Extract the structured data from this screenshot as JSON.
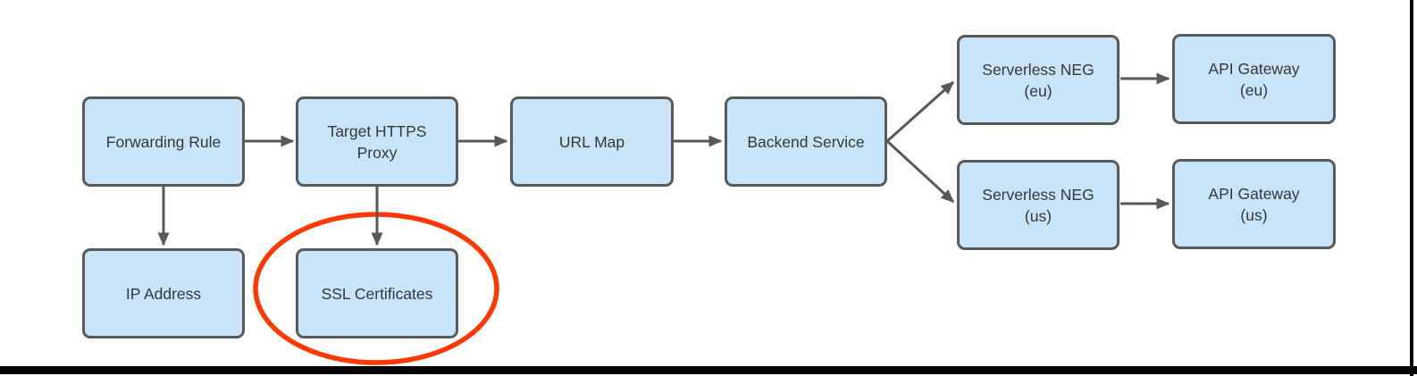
{
  "diagram": {
    "nodes": [
      {
        "id": "forwarding-rule",
        "label": "Forwarding Rule"
      },
      {
        "id": "target-https-proxy",
        "label": "Target HTTPS\nProxy"
      },
      {
        "id": "url-map",
        "label": "URL Map"
      },
      {
        "id": "backend-service",
        "label": "Backend Service"
      },
      {
        "id": "ip-address",
        "label": "IP Address"
      },
      {
        "id": "ssl-certificates",
        "label": "SSL Certificates"
      },
      {
        "id": "serverless-neg-eu",
        "label": "Serverless NEG\n(eu)"
      },
      {
        "id": "api-gateway-eu",
        "label": "API Gateway\n(eu)"
      },
      {
        "id": "serverless-neg-us",
        "label": "Serverless NEG\n(us)"
      },
      {
        "id": "api-gateway-us",
        "label": "API Gateway\n(us)"
      }
    ],
    "edges": [
      {
        "from": "forwarding-rule",
        "to": "target-https-proxy"
      },
      {
        "from": "target-https-proxy",
        "to": "url-map"
      },
      {
        "from": "url-map",
        "to": "backend-service"
      },
      {
        "from": "backend-service",
        "to": "serverless-neg-eu"
      },
      {
        "from": "backend-service",
        "to": "serverless-neg-us"
      },
      {
        "from": "serverless-neg-eu",
        "to": "api-gateway-eu"
      },
      {
        "from": "serverless-neg-us",
        "to": "api-gateway-us"
      },
      {
        "from": "forwarding-rule",
        "to": "ip-address"
      },
      {
        "from": "target-https-proxy",
        "to": "ssl-certificates"
      }
    ],
    "annotation": {
      "type": "ellipse-highlight",
      "around": "ssl-certificates"
    },
    "colors": {
      "node_fill": "#c8e4f8",
      "node_border": "#58595b",
      "arrow": "#58595b",
      "highlight": "#ff3800",
      "text": "#363738",
      "frame": "#000000",
      "background": "#ffffff"
    }
  }
}
